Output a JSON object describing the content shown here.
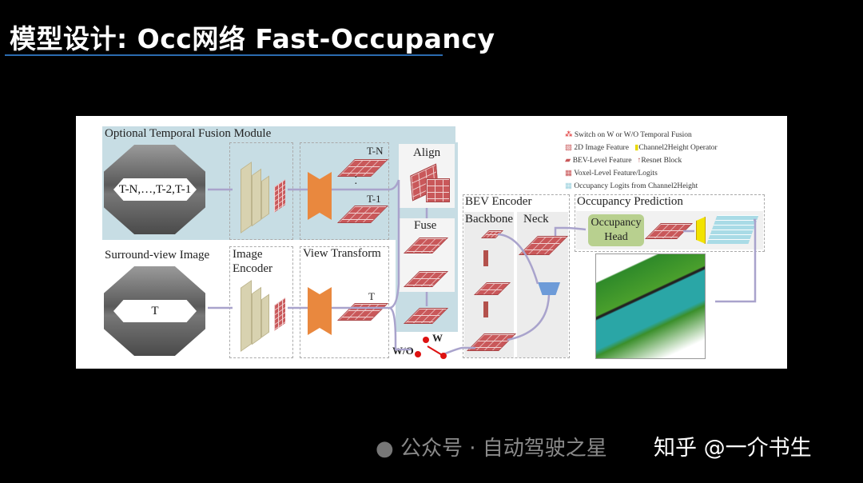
{
  "slide": {
    "title": "模型设计: Occ网络  Fast-Occupancy"
  },
  "figure": {
    "temporal_module": "Optional Temporal Fusion Module",
    "past_frames": "T-N,…,T-2,T-1",
    "surround_view": "Surround-view Image",
    "current_frame": "T",
    "image_encoder": "Image Encoder",
    "view_transform": "View Transform",
    "t_n": "T-N",
    "t_1": "T-1",
    "t": "T",
    "align": "Align",
    "fuse": "Fuse",
    "switch_w": "W",
    "switch_wo": "W/O",
    "bev_encoder": "BEV Encoder",
    "backbone": "Backbone",
    "neck": "Neck",
    "occ_prediction": "Occupancy Prediction",
    "occ_head": "Occupancy Head",
    "legend": [
      "Switch on W or W/O Temporal Fusion",
      "2D Image Feature",
      "Channel2Height Operator",
      "BEV-Level Feature",
      "Resnet Block",
      "Voxel-Level Feature/Logits",
      "Occupancy Logits from Channel2Height"
    ]
  },
  "watermarks": {
    "wechat": "公众号 · 自动驾驶之星",
    "zhihu": "知乎 @一介书生"
  },
  "colors": {
    "brick": "#c9585a",
    "panel": "#c7dde4",
    "encoder": "#d8d2b0",
    "transform": "#e9883e",
    "occ_head": "#b8d08f",
    "channel2height": "#f2e300",
    "arrow": "#a9a3cc"
  }
}
